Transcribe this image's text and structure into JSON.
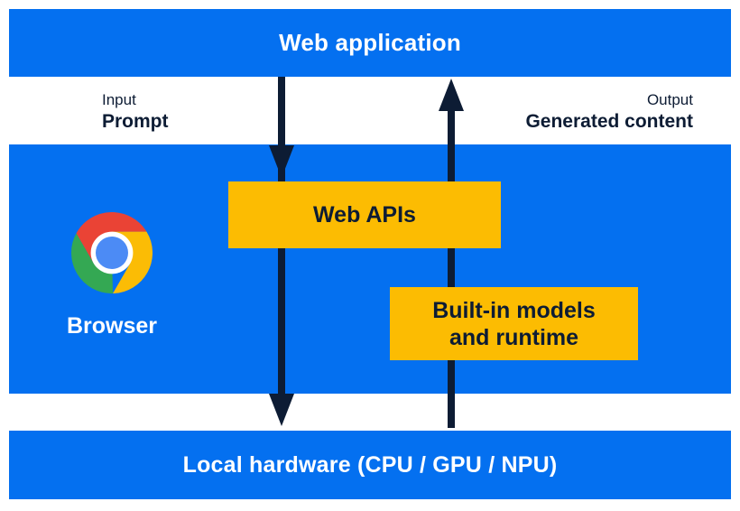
{
  "top_bar": {
    "label": "Web application"
  },
  "io": {
    "input": {
      "caption": "Input",
      "value": "Prompt"
    },
    "output": {
      "caption": "Output",
      "value": "Generated content"
    }
  },
  "browser": {
    "label": "Browser"
  },
  "boxes": {
    "web_apis": {
      "label": "Web APIs"
    },
    "builtin": {
      "line1": "Built-in models",
      "line2": "and runtime"
    }
  },
  "bottom_bar": {
    "label": "Local hardware (CPU / GPU / NPU)"
  },
  "icons": {
    "browser_logo": "chrome-logo",
    "down_arrow": "input-flow-arrow",
    "up_arrow": "output-flow-arrow"
  },
  "colors": {
    "band_blue": "#0470f0",
    "box_yellow": "#fcbc02",
    "ink_navy": "#0d1c34",
    "logo_red": "#ea4335",
    "logo_yellow": "#fbbc05",
    "logo_green": "#34a853",
    "logo_blue": "#4c8bf5",
    "text_white": "#ffffff"
  }
}
